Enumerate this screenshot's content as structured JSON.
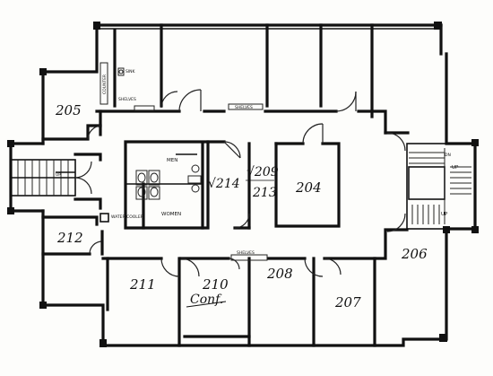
{
  "rooms": {
    "r205": "205",
    "r212": "212",
    "r211": "211",
    "r210": "210",
    "r210_note": "Conf.",
    "r208": "208",
    "r207": "207",
    "r206": "206",
    "r204": "204",
    "r213": "213",
    "r209": "√209",
    "r214": "√214"
  },
  "labels": {
    "men": "MEN",
    "women": "WOMEN",
    "up_left": "UP",
    "up_right": "UP",
    "up_right2": "UP",
    "dn_right": "DN",
    "shelves_top": "SHELVES",
    "shelves_bottom": "SHELVES",
    "counter": "COUNTER",
    "sink": "SINK",
    "shelves_side": "SHELVES",
    "water_cooler": "WATER COOLER"
  }
}
